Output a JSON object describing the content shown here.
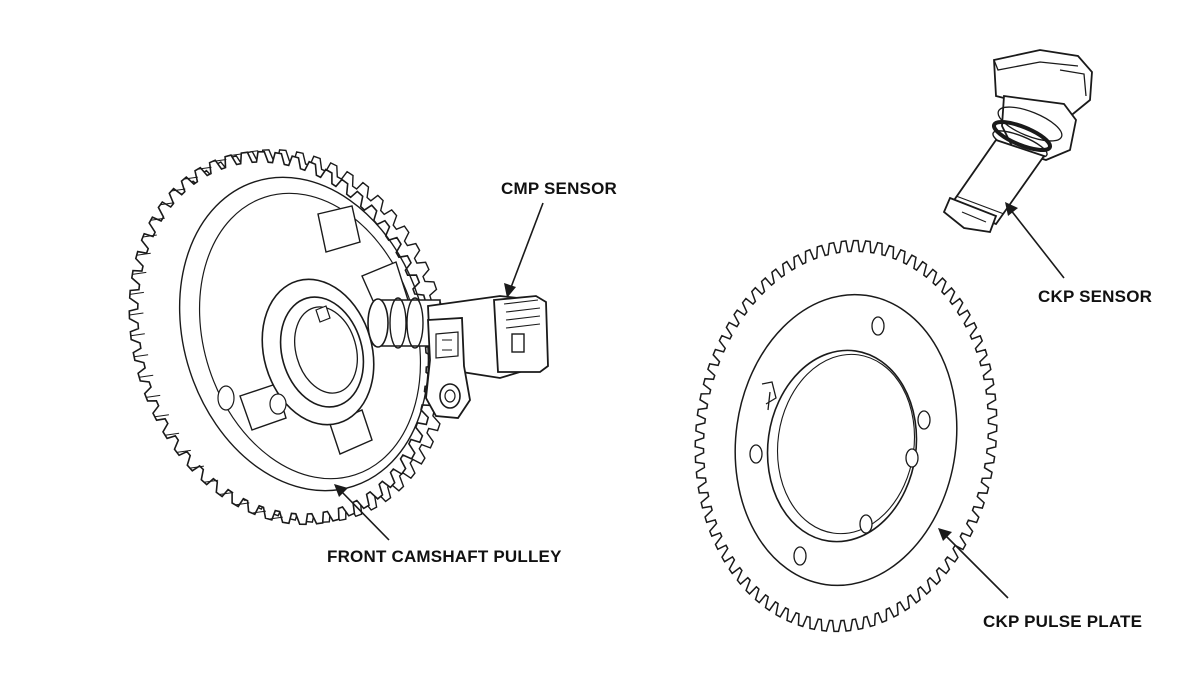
{
  "labels": {
    "cmp_sensor": "CMP SENSOR",
    "front_camshaft_pulley": "FRONT CAMSHAFT PULLEY",
    "ckp_sensor": "CKP SENSOR",
    "ckp_pulse_plate": "CKP PULSE PLATE"
  },
  "colors": {
    "line": "#1a1a1a",
    "fill": "#ffffff",
    "shade": "#eeeeee"
  }
}
